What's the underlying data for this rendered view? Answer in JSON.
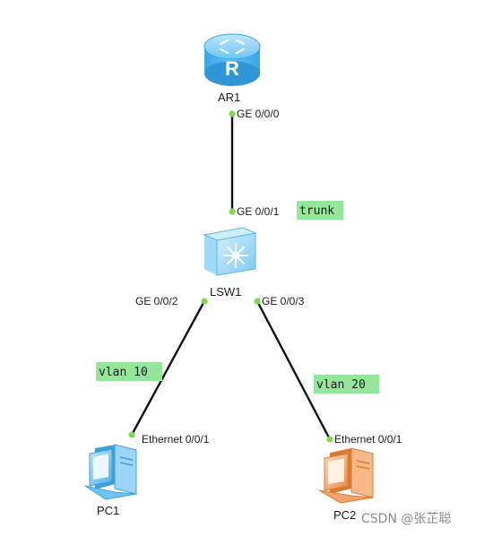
{
  "devices": {
    "router": {
      "name": "AR1",
      "icon": "router-icon",
      "icon_letter": "R"
    },
    "switch": {
      "name": "LSW1",
      "icon": "switch-icon"
    },
    "pc1": {
      "name": "PC1",
      "icon": "pc-blue-icon"
    },
    "pc2": {
      "name": "PC2",
      "icon": "pc-orange-icon"
    }
  },
  "ports": {
    "ar1_ge000": "GE 0/0/0",
    "lsw1_ge001": "GE 0/0/1",
    "lsw1_ge002": "GE 0/0/2",
    "lsw1_ge003": "GE 0/0/3",
    "pc1_eth": "Ethernet 0/0/1",
    "pc2_eth": "Ethernet 0/0/1"
  },
  "annotations": {
    "trunk": "trunk",
    "vlan10": "vlan 10",
    "vlan20": "vlan 20"
  },
  "watermark": "CSDN @张芷聪",
  "colors": {
    "annotation_bg": "#93e69a",
    "port_dot": "#7ed957",
    "router_blue": "#4fb6f3",
    "switch_blue": "#8fd4f7",
    "pc_blue": "#6cc4f2",
    "pc_orange": "#f0a469",
    "link": "#111111"
  }
}
